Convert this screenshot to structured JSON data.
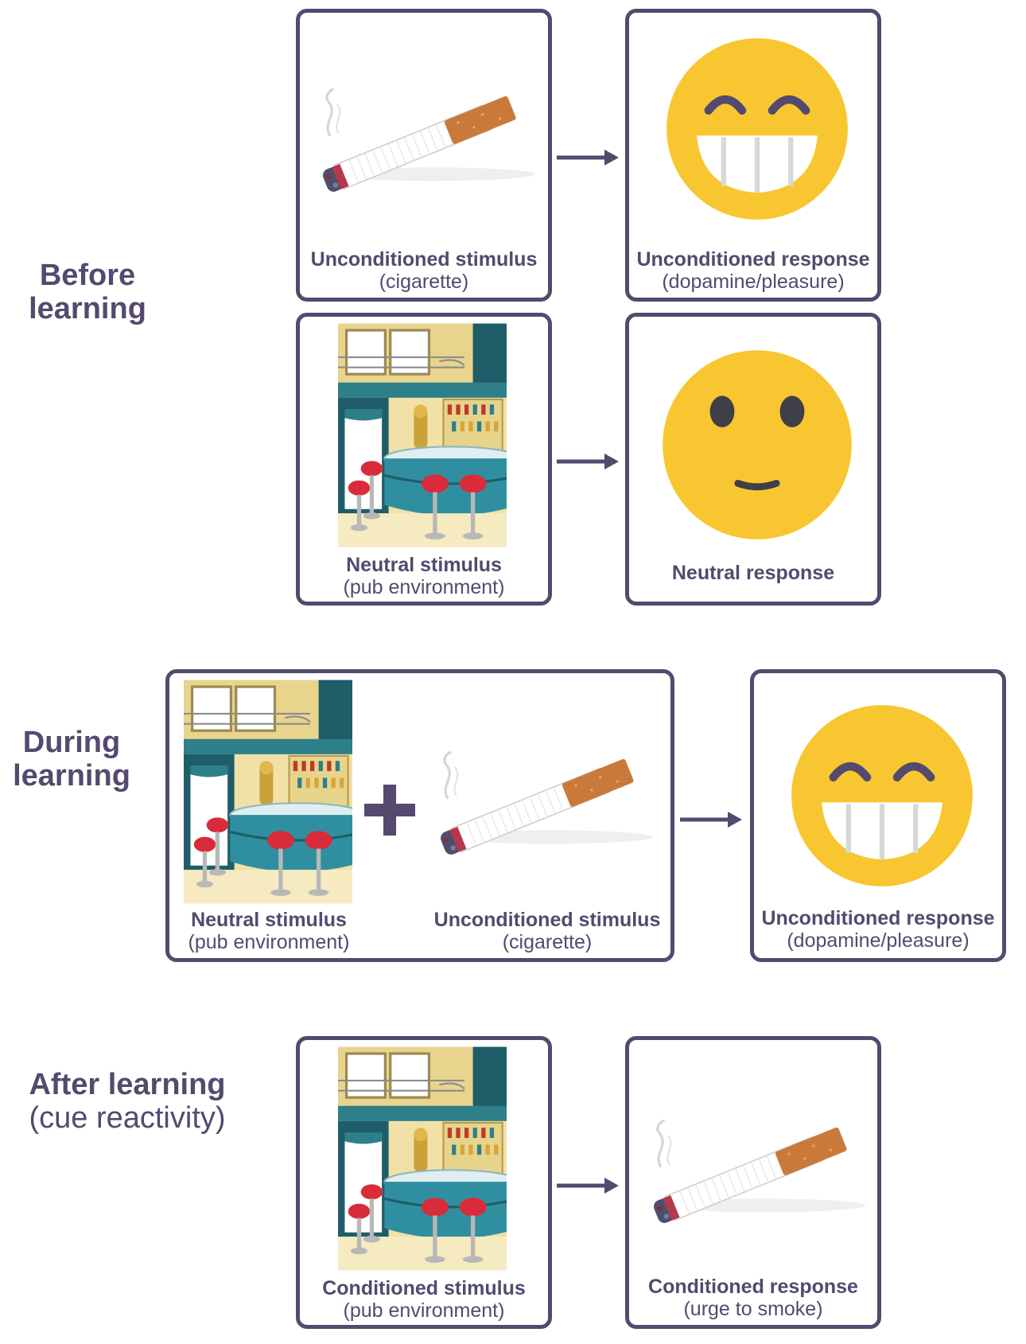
{
  "rows": {
    "before": {
      "line1": "Before",
      "line2": "learning"
    },
    "during": {
      "line1": "During",
      "line2": "learning"
    },
    "after": {
      "line1": "After learning",
      "line2": "(cue reactivity)"
    }
  },
  "boxes": {
    "before_us": {
      "title": "Unconditioned stimulus",
      "sub": "(cigarette)"
    },
    "before_ur": {
      "title": "Unconditioned response",
      "sub": "(dopamine/pleasure)"
    },
    "before_ns": {
      "title": "Neutral stimulus",
      "sub": "(pub environment)"
    },
    "before_nr": {
      "title": "Neutral response"
    },
    "during_ns": {
      "title": "Neutral stimulus",
      "sub": "(pub environment)"
    },
    "during_us": {
      "title": "Unconditioned stimulus",
      "sub": "(cigarette)"
    },
    "during_ur": {
      "title": "Unconditioned response",
      "sub": "(dopamine/pleasure)"
    },
    "after_cs": {
      "title": "Conditioned stimulus",
      "sub": "(pub environment)"
    },
    "after_cr": {
      "title": "Conditioned response",
      "sub": "(urge to smoke)"
    }
  },
  "icons": [
    "cigarette-icon",
    "grinning-face-icon",
    "neutral-face-icon",
    "pub-scene-icon",
    "plus-icon",
    "arrow-right-icon"
  ],
  "colors": {
    "primary": "#54496e",
    "face": "#f8c630",
    "filter": "#c97a3a",
    "bar_teal": "#1f6f7a"
  }
}
